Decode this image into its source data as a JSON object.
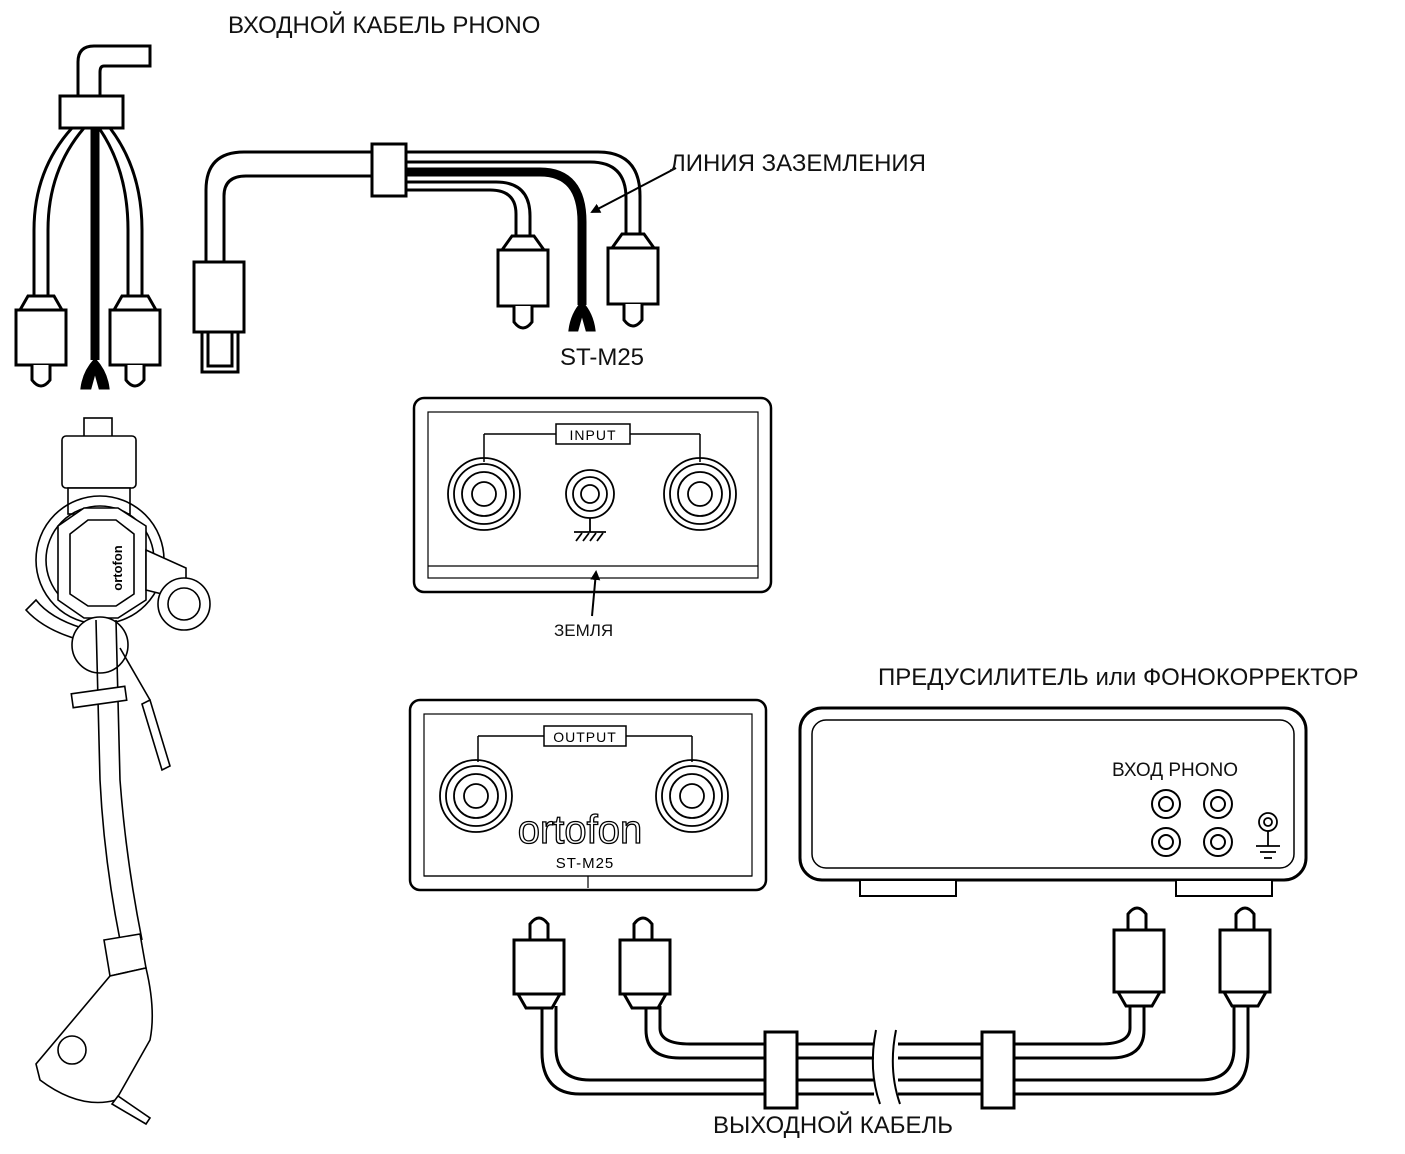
{
  "labels": {
    "input_cable": "ВХОДНОЙ КАБЕЛЬ PHONO",
    "ground_line": "ЛИНИЯ ЗАЗЕМЛЕНИЯ",
    "cable_model": "ST-M25",
    "ground": "ЗЕМЛЯ",
    "preamp": "ПРЕДУСИЛИТЕЛЬ или ФОНОКОРРЕКТОР",
    "phono_in": "ВХОД PHONO",
    "output_cable": "ВЫХОДНОЙ КАБЕЛЬ"
  },
  "panels": {
    "input_label": "INPUT",
    "output_label": "OUTPUT",
    "brand": "ortofon",
    "model": "ST-M25"
  },
  "tonearm": {
    "brand": "ortofon"
  }
}
